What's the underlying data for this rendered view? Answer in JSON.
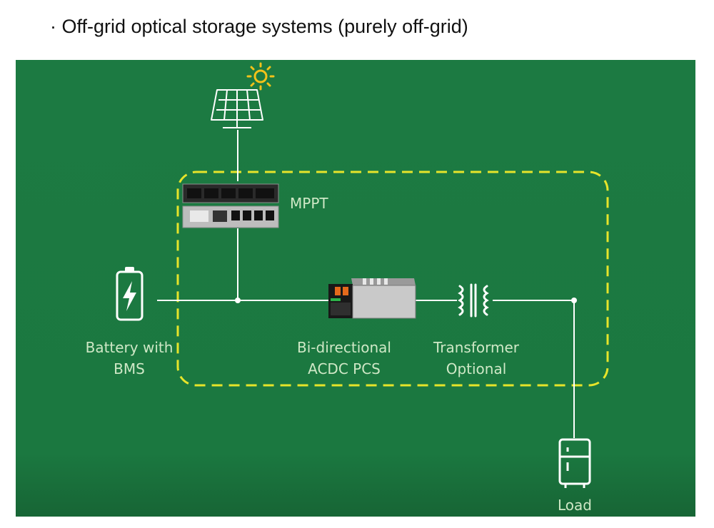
{
  "page": {
    "title": "· Off-grid optical storage systems (purely off-grid)"
  },
  "diagram": {
    "colors": {
      "background": "#1b7840",
      "boundary": "#e6e42a",
      "lines": "#ffffff",
      "sun": "#f2c21a",
      "label": "#cfe8c6"
    },
    "nodes": {
      "solar_panel": {
        "icon": "solar-panel-icon",
        "sun_icon": "sun-icon"
      },
      "mppt": {
        "label": "MPPT",
        "icon": "mppt-module-icon"
      },
      "battery": {
        "label_line1": "Battery with",
        "label_line2": "BMS",
        "icon": "battery-charge-icon"
      },
      "pcs": {
        "label_line1": "Bi-directional",
        "label_line2": "ACDC PCS",
        "icon": "pcs-unit-icon"
      },
      "transformer": {
        "label_line1": "Transformer",
        "label_line2": "Optional",
        "icon": "transformer-icon"
      },
      "load": {
        "label": "Load",
        "icon": "refrigerator-icon"
      }
    }
  }
}
